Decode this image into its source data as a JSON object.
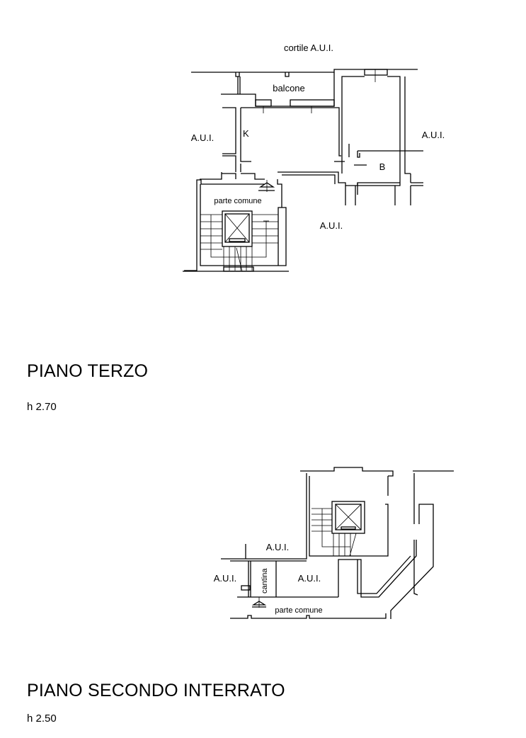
{
  "plan_third_floor": {
    "title": "PIANO TERZO",
    "height": "h 2.70",
    "labels": {
      "courtyard": "cortile A.U.I.",
      "balcony": "balcone",
      "kitchen": "K",
      "aui_left": "A.U.I.",
      "aui_right": "A.U.I.",
      "bathroom": "B",
      "common_area": "parte comune",
      "aui_bottom": "A.U.I."
    }
  },
  "plan_second_basement": {
    "title": "PIANO SECONDO INTERRATO",
    "height": "h 2.50",
    "labels": {
      "aui_top": "A.U.I.",
      "aui_left": "A.U.I.",
      "cellar": "cantina",
      "aui_right": "A.U.I.",
      "common_area": "parte comune"
    }
  }
}
